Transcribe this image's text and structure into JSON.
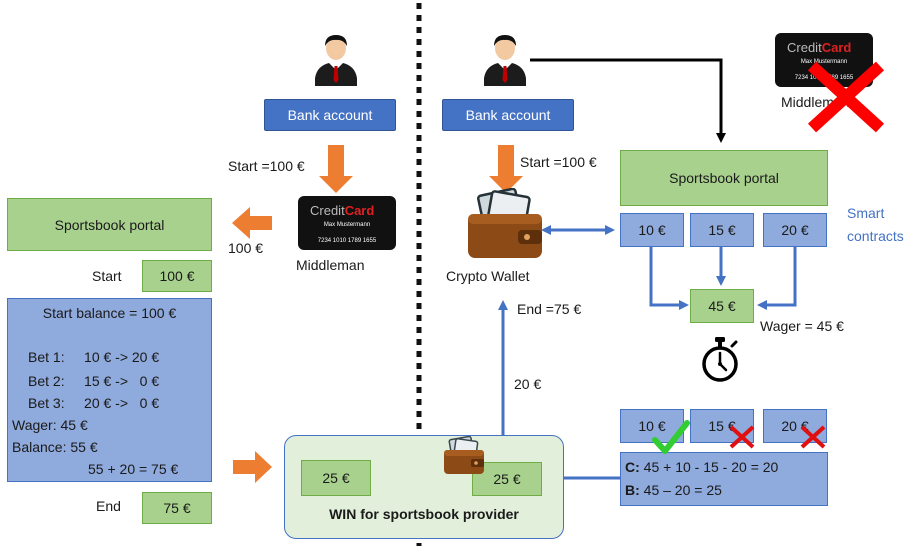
{
  "left": {
    "bank_account": "Bank account",
    "start_amount": "Start =100 €",
    "card_brand_a": "Credit",
    "card_brand_b": "Card",
    "card_holder": "Max Mustermann",
    "card_number": "7234 1010 1789 1655",
    "middleman": "Middleman",
    "arrow_amount": "100 €",
    "portal": "Sportsbook portal",
    "start_label": "Start",
    "start_value": "100 €",
    "balance_lines": [
      "Start balance = 100 €",
      "Bet 1:     10 € -> 20 €",
      "Bet 2:     15 € ->   0 €",
      "Bet 3:     20 € ->   0 €",
      "Wager: 45 €",
      "Balance: 55 €",
      "55 + 20 = 75 €"
    ],
    "end_label": "End",
    "end_value": "75 €"
  },
  "center": {
    "win_value_left": "25 €",
    "win_value_right": "25 €",
    "win_caption": "WIN for sportsbook provider"
  },
  "right": {
    "bank_account": "Bank account",
    "start_amount": "Start =100 €",
    "card_brand_a": "Credit",
    "card_brand_b": "Card",
    "card_holder": "Max Mustermann",
    "card_number": "7234 1010 1789 1655",
    "middleman": "Middleman",
    "crypto_wallet": "Crypto Wallet",
    "end_amount": "End =75 €",
    "return_amount": "20 €",
    "portal": "Sportsbook portal",
    "smart_contracts_1": "Smart",
    "smart_contracts_2": "contracts",
    "bets": [
      "10 €",
      "15 €",
      "20 €"
    ],
    "wager_total": "45 €",
    "wager_label": "Wager = 45 €",
    "results": [
      "10 €",
      "15 €",
      "20 €"
    ],
    "calc_c_prefix": "C:",
    "calc_c": " 45 + 10 - 15 - 20 = 20",
    "calc_b_prefix": "B:",
    "calc_b": " 45 – 20 = 25"
  },
  "colors": {
    "bank_blue": "#4472c4",
    "portal_green": "#a9d18e",
    "box_blue": "#8faadc",
    "arrow_orange": "#ed7d31",
    "arrow_blue": "#4472c4",
    "smart_text": "#4472c4",
    "check_green": "#33cc33",
    "cross_red": "#e01010"
  },
  "icons": [
    "person-icon",
    "credit-card-icon",
    "wallet-icon",
    "stopwatch-icon",
    "check-icon",
    "cross-icon"
  ]
}
